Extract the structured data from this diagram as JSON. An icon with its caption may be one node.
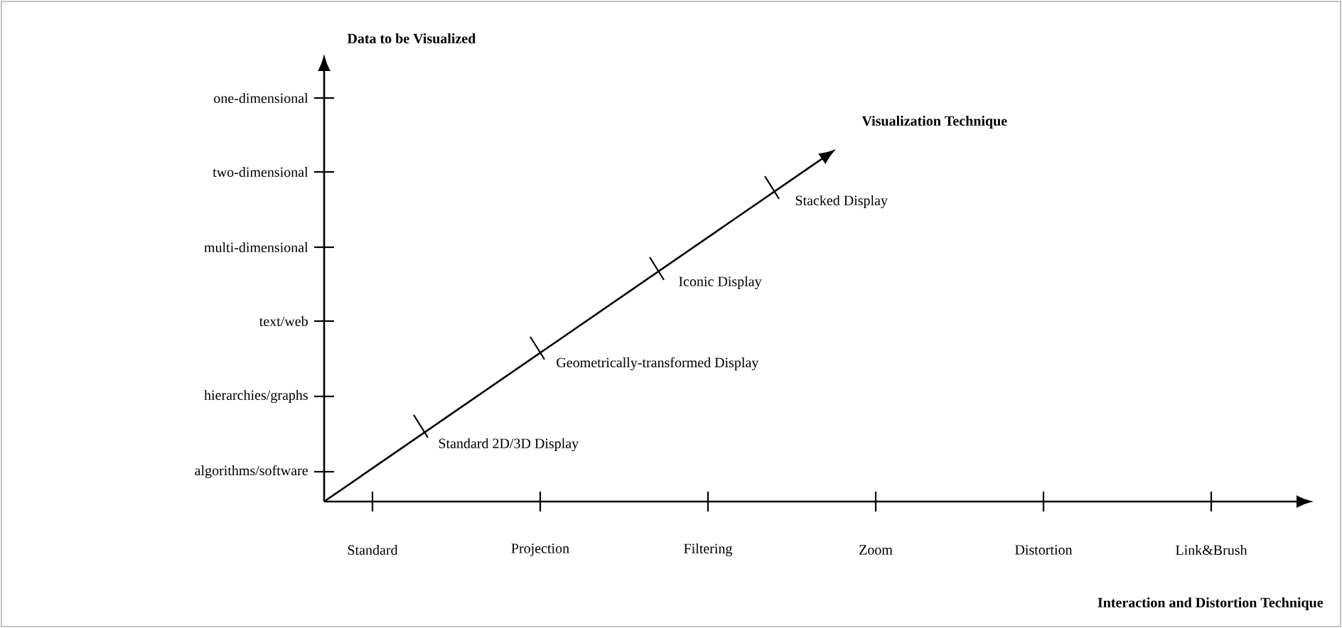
{
  "diagram": {
    "labels": [
      "Data to be Visualized",
      "one-dimensional",
      "two-dimensional",
      "multi-dimensional",
      "text/web",
      "hierarchies/graphs",
      "algorithms/software",
      "Visualization Technique",
      "Standard 2D/3D Display",
      "Geometrically-transformed Display",
      "Iconic Display",
      "Stacked Display",
      "Standard",
      "Projection",
      "Filtering",
      "Zoom",
      "Distortion",
      "Link&Brush",
      "Interaction and Distortion Technique"
    ]
  }
}
